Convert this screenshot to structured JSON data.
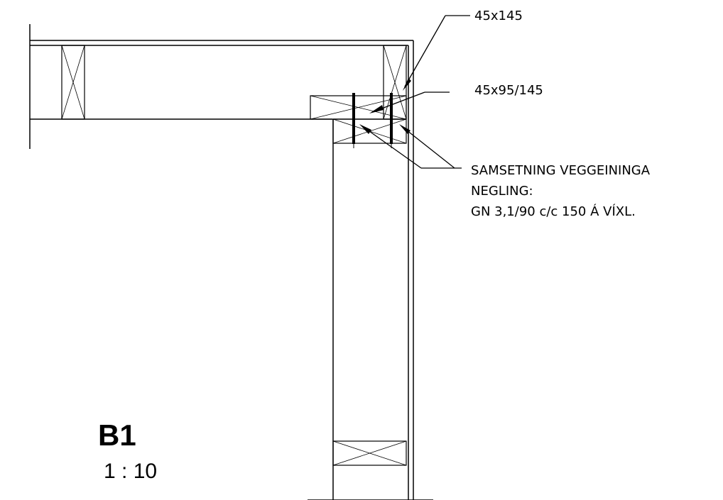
{
  "annotations": {
    "top_beam": "45x145",
    "bottom_plate": "45x95/145",
    "assembly_line1": "SAMSETNING VEGGEININGA",
    "assembly_line2": "NEGLING:",
    "assembly_line3": "GN 3,1/90 c/c 150 Á VÍXL."
  },
  "detail": {
    "id": "B1",
    "scale": "1 : 10"
  }
}
